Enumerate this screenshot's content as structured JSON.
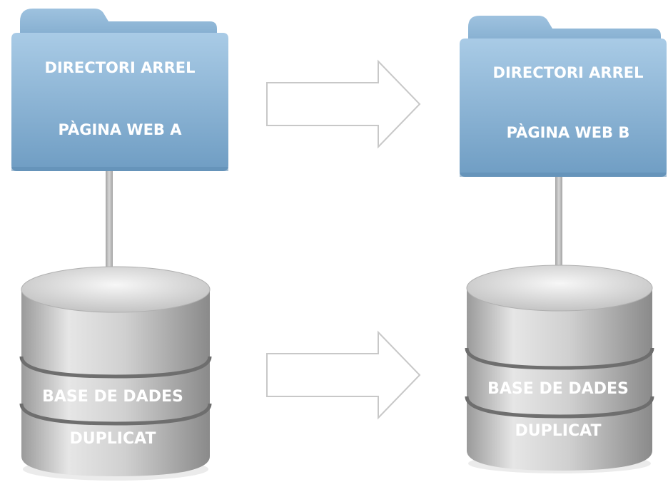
{
  "diagram": {
    "source": {
      "folder": {
        "icon": "folder-icon",
        "line1": "DIRECTORI ARREL",
        "line2": "PÀGINA WEB A"
      },
      "database": {
        "icon": "database-icon",
        "line1": "BASE DE DADES",
        "line2": "DUPLICAT"
      }
    },
    "target": {
      "folder": {
        "icon": "folder-icon",
        "line1": "DIRECTORI ARREL",
        "line2": "PÀGINA WEB B"
      },
      "database": {
        "icon": "database-icon",
        "line1": "BASE DE DADES",
        "line2": "DUPLICAT"
      }
    },
    "arrows": {
      "icon": "right-arrow-icon",
      "count": 2
    },
    "colors": {
      "folder": "#8fb8d8",
      "folder_dark": "#6f9cc0",
      "database": "#c9c9c9",
      "connector": "#b5b5b5",
      "arrow_stroke": "#c8c8c8"
    }
  }
}
